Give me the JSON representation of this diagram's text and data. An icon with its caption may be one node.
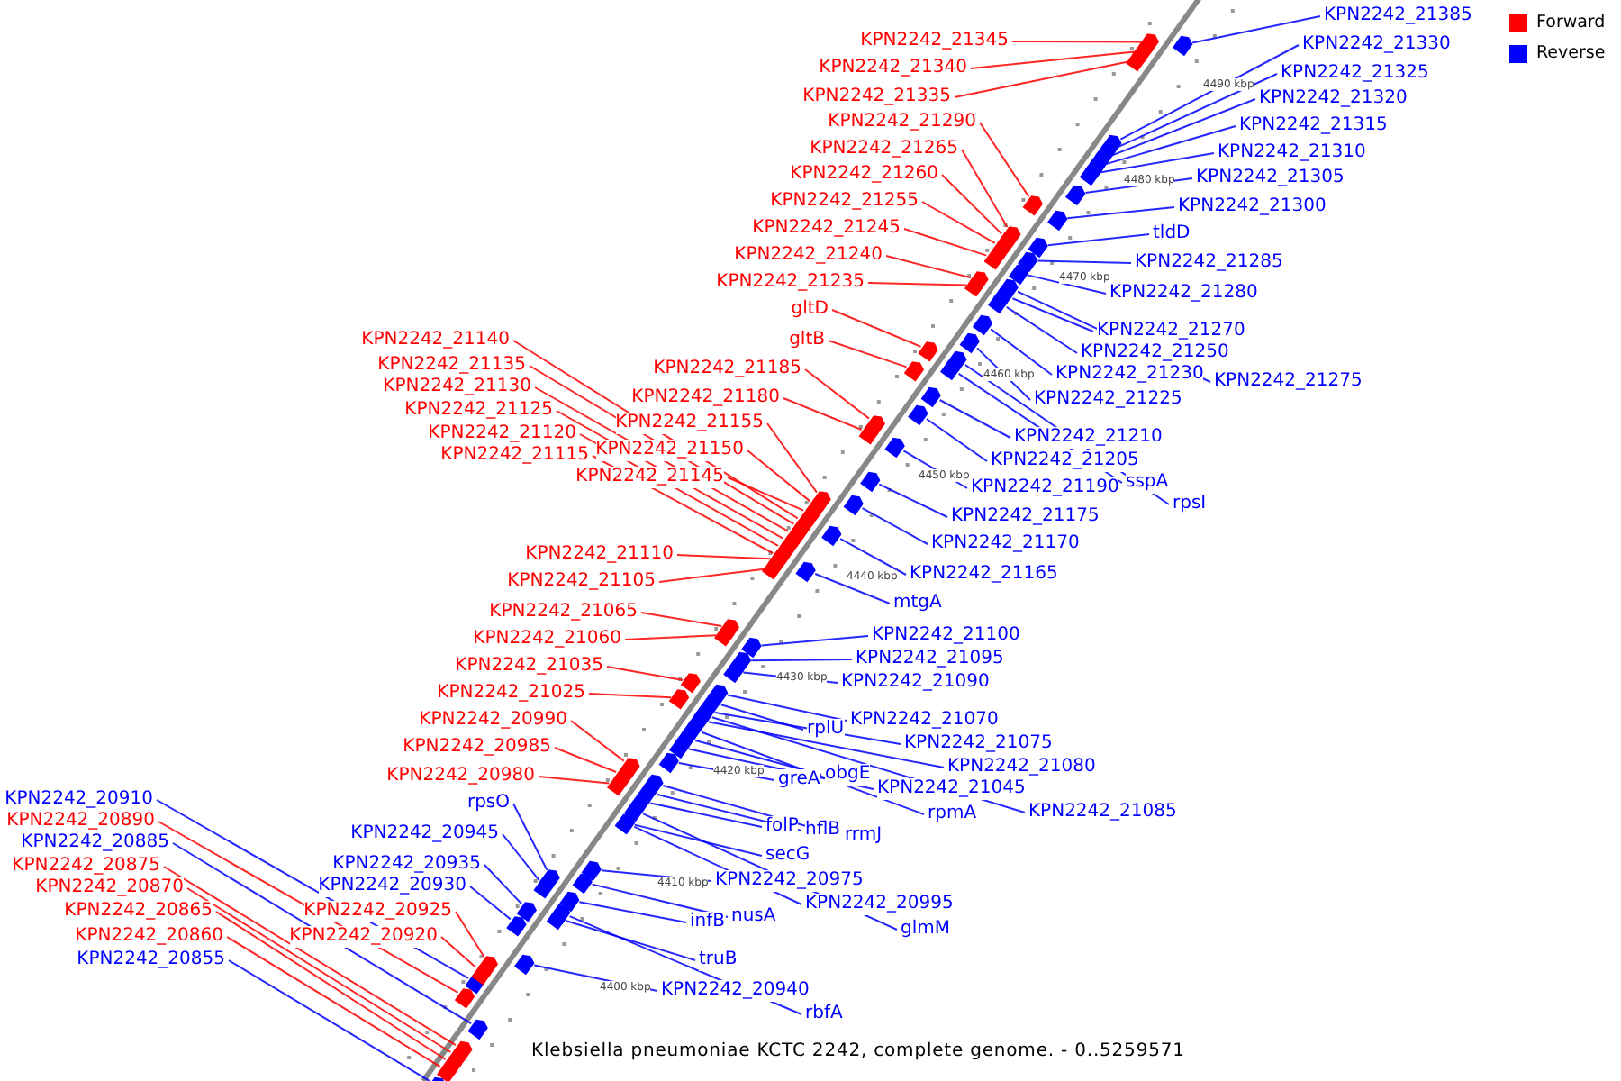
{
  "diagram": {
    "caption": "Klebsiella pneumoniae KCTC 2242, complete genome. - 0..5259571",
    "nodes": [
      {
        "text": [
          "KPN2242_21385"
        ]
      },
      {
        "text": [
          "KPN2242_21345"
        ]
      },
      {
        "text": [
          "KPN2242_21330"
        ]
      },
      {
        "text": [
          "KPN2242_21340"
        ]
      },
      {
        "text": [
          "KPN2242_21325"
        ]
      },
      {
        "text": [
          "KPN2242_21335"
        ]
      },
      {
        "text": [
          "KPN2242_21320"
        ]
      },
      {
        "text": [
          "KPN2242_21290"
        ]
      },
      {
        "text": [
          "KPN2242_21315"
        ]
      },
      {
        "text": [
          "KPN2242_21265"
        ]
      },
      {
        "text": [
          "KPN2242_21310"
        ]
      },
      {
        "text": [
          "KPN2242_21260"
        ]
      },
      {
        "text": [
          "KPN2242_21305"
        ]
      },
      {
        "text": [
          "KPN2242_21255"
        ]
      },
      {
        "text": [
          "KPN2242_21300"
        ]
      },
      {
        "text": [
          "KPN2242_21245"
        ]
      },
      {
        "text": [
          "tldD"
        ]
      },
      {
        "text": [
          "KPN2242_21240"
        ]
      },
      {
        "text": [
          "KPN2242_21285"
        ]
      },
      {
        "text": [
          "KPN2242_21235"
        ]
      },
      {
        "text": [
          "KPN2242_21280"
        ]
      },
      {
        "text": [
          "gltD"
        ]
      },
      {
        "text": [
          "KPN2242_21270"
        ]
      },
      {
        "text": [
          "gltB"
        ]
      },
      {
        "text": [
          "KPN2242_21140"
        ]
      },
      {
        "text": [
          "KPN2242_21250"
        ]
      },
      {
        "text": [
          "KPN2242_21135"
        ]
      },
      {
        "text": [
          "KPN2242_21185"
        ]
      },
      {
        "text": [
          "KPN2242_21230"
        ]
      },
      {
        "text": [
          "KPN2242_21275"
        ]
      },
      {
        "text": [
          "KPN2242_21130"
        ]
      },
      {
        "text": [
          "KPN2242_21180"
        ]
      },
      {
        "text": [
          "KPN2242_21225"
        ]
      },
      {
        "text": [
          "KPN2242_21125"
        ]
      },
      {
        "text": [
          "KPN2242_21155"
        ]
      },
      {
        "text": [
          "KPN2242_21120"
        ]
      },
      {
        "text": [
          "KPN2242_21210"
        ]
      },
      {
        "text": [
          "KPN2242_21150"
        ]
      },
      {
        "text": [
          "KPN2242_21115"
        ]
      },
      {
        "text": [
          "KPN2242_21205"
        ]
      },
      {
        "text": [
          "KPN2242_21145"
        ]
      },
      {
        "text": [
          "sspA"
        ]
      },
      {
        "text": [
          "KPN2242_21190"
        ]
      },
      {
        "text": [
          "rpsI"
        ]
      },
      {
        "text": [
          "KPN2242_21175"
        ]
      },
      {
        "text": [
          "KPN2242_21170"
        ]
      },
      {
        "text": [
          "KPN2242_21110"
        ]
      },
      {
        "text": [
          "KPN2242_21165"
        ]
      },
      {
        "text": [
          "KPN2242_21105"
        ]
      },
      {
        "text": [
          "mtgA"
        ]
      },
      {
        "text": [
          "KPN2242_21065"
        ]
      },
      {
        "text": [
          "KPN2242_21100"
        ]
      },
      {
        "text": [
          "KPN2242_21060"
        ]
      },
      {
        "text": [
          "KPN2242_21095"
        ]
      },
      {
        "text": [
          "KPN2242_21035"
        ]
      },
      {
        "text": [
          "KPN2242_21090"
        ]
      },
      {
        "text": [
          "KPN2242_21025"
        ]
      },
      {
        "text": [
          "KPN2242_21070"
        ]
      },
      {
        "text": [
          "KPN2242_20990"
        ]
      },
      {
        "text": [
          "rplU"
        ]
      },
      {
        "text": [
          "KPN2242_21075"
        ]
      },
      {
        "text": [
          "KPN2242_20985"
        ]
      },
      {
        "text": [
          "KPN2242_21080"
        ]
      },
      {
        "text": [
          "obgE"
        ]
      },
      {
        "text": [
          "KPN2242_20980"
        ]
      },
      {
        "text": [
          "greA"
        ]
      },
      {
        "text": [
          "KPN2242_21045"
        ]
      },
      {
        "text": [
          "KPN2242_20910"
        ]
      },
      {
        "text": [
          "rpsO"
        ]
      },
      {
        "text": [
          "KPN2242_21085"
        ]
      },
      {
        "text": [
          "rpmA"
        ]
      },
      {
        "text": [
          "KPN2242_20890"
        ]
      },
      {
        "text": [
          "folP"
        ]
      },
      {
        "text": [
          "hflB"
        ]
      },
      {
        "text": [
          "KPN2242_20945"
        ]
      },
      {
        "text": [
          "rrmJ"
        ]
      },
      {
        "text": [
          "KPN2242_20885"
        ]
      },
      {
        "text": [
          "secG"
        ]
      },
      {
        "text": [
          "KPN2242_20935"
        ]
      },
      {
        "text": [
          "KPN2242_20875"
        ]
      },
      {
        "text": [
          "KPN2242_20975"
        ]
      },
      {
        "text": [
          "KPN2242_20930"
        ]
      },
      {
        "text": [
          "KPN2242_20870"
        ]
      },
      {
        "text": [
          "KPN2242_20995"
        ]
      },
      {
        "text": [
          "KPN2242_20865"
        ]
      },
      {
        "text": [
          "KPN2242_20925"
        ]
      },
      {
        "text": [
          "nusA"
        ]
      },
      {
        "text": [
          "infB"
        ]
      },
      {
        "text": [
          "glmM"
        ]
      },
      {
        "text": [
          "KPN2242_20860"
        ]
      },
      {
        "text": [
          "KPN2242_20920"
        ]
      },
      {
        "text": [
          "KPN2242_20855"
        ]
      },
      {
        "text": [
          "truB"
        ]
      },
      {
        "text": [
          "KPN2242_20940"
        ]
      },
      {
        "text": [
          "rbfA"
        ]
      },
      {
        "text": [],
        "shape": "box"
      },
      {
        "text": [],
        "shape": "box"
      },
      {
        "text": [],
        "shape": "box"
      },
      {
        "text": [],
        "shape": "box"
      },
      {
        "text": [],
        "shape": "box"
      },
      {
        "text": [],
        "shape": "box"
      },
      {
        "text": [],
        "shape": "box"
      },
      {
        "text": [],
        "shape": "box"
      },
      {
        "text": [],
        "shape": "box"
      },
      {
        "text": [],
        "shape": "box"
      },
      {
        "text": [],
        "shape": "box"
      },
      {
        "text": [],
        "shape": "box"
      },
      {
        "text": [],
        "shape": "box"
      },
      {
        "text": [],
        "shape": "box"
      },
      {
        "text": [],
        "shape": "box"
      },
      {
        "text": [],
        "shape": "box"
      },
      {
        "text": [],
        "shape": "box"
      },
      {
        "text": [],
        "shape": "box"
      },
      {
        "text": [],
        "shape": "box"
      },
      {
        "text": [],
        "shape": "box"
      },
      {
        "text": [],
        "shape": "box"
      },
      {
        "text": [],
        "shape": "box"
      },
      {
        "text": [],
        "shape": "box"
      },
      {
        "text": [],
        "shape": "box"
      },
      {
        "text": [],
        "shape": "box"
      },
      {
        "text": [],
        "shape": "box"
      },
      {
        "text": [],
        "shape": "box"
      },
      {
        "text": [],
        "shape": "box"
      },
      {
        "text": [],
        "shape": "box"
      },
      {
        "text": [],
        "shape": "box"
      },
      {
        "text": [],
        "shape": "box"
      },
      {
        "text": [],
        "shape": "box"
      },
      {
        "text": [],
        "shape": "box"
      },
      {
        "text": [],
        "shape": "box"
      },
      {
        "text": [],
        "shape": "box"
      },
      {
        "text": [],
        "shape": "box"
      },
      {
        "text": [],
        "shape": "box"
      },
      {
        "text": [],
        "shape": "box"
      },
      {
        "text": [],
        "shape": "box"
      },
      {
        "text": [],
        "shape": "box"
      },
      {
        "text": [],
        "shape": "box"
      },
      {
        "text": [],
        "shape": "box"
      },
      {
        "text": [],
        "shape": "box"
      },
      {
        "text": [],
        "shape": "box"
      },
      {
        "text": [],
        "shape": "box"
      },
      {
        "text": [],
        "shape": "box"
      },
      {
        "text": [],
        "shape": "box"
      },
      {
        "text": [],
        "shape": "box"
      },
      {
        "text": [],
        "shape": "box"
      },
      {
        "text": [],
        "shape": "box"
      },
      {
        "text": [],
        "shape": "box"
      },
      {
        "text": [],
        "shape": "box"
      },
      {
        "text": [],
        "shape": "box"
      },
      {
        "text": [],
        "shape": "box"
      },
      {
        "text": [],
        "shape": "box"
      },
      {
        "text": [],
        "shape": "box"
      },
      {
        "text": [],
        "shape": "box"
      },
      {
        "text": [],
        "shape": "box"
      },
      {
        "text": [],
        "shape": "box"
      },
      {
        "text": [],
        "shape": "box"
      },
      {
        "text": [],
        "shape": "box"
      },
      {
        "text": [],
        "shape": "box"
      },
      {
        "text": [],
        "shape": "box"
      },
      {
        "text": [],
        "shape": "box"
      },
      {
        "text": [],
        "shape": "box"
      },
      {
        "text": [],
        "shape": "box"
      },
      {
        "text": [],
        "shape": "box"
      },
      {
        "text": [],
        "shape": "box"
      },
      {
        "text": [],
        "shape": "box"
      },
      {
        "text": [],
        "shape": "box"
      },
      {
        "text": [],
        "shape": "box"
      },
      {
        "text": [],
        "shape": "box"
      },
      {
        "text": [],
        "shape": "box"
      },
      {
        "text": [],
        "shape": "box"
      },
      {
        "text": [],
        "shape": "box"
      },
      {
        "text": [],
        "shape": "box"
      },
      {
        "text": [],
        "shape": "box"
      },
      {
        "text": [],
        "shape": "box"
      },
      {
        "text": [],
        "shape": "box"
      },
      {
        "text": [],
        "shape": "box"
      },
      {
        "text": [],
        "shape": "box"
      },
      {
        "text": [],
        "shape": "box"
      },
      {
        "text": [],
        "shape": "box"
      },
      {
        "text": [],
        "shape": "box"
      },
      {
        "text": [],
        "shape": "box"
      },
      {
        "text": [],
        "shape": "box"
      },
      {
        "text": [],
        "shape": "box"
      },
      {
        "text": [],
        "shape": "box"
      },
      {
        "text": [],
        "shape": "box"
      },
      {
        "text": [],
        "shape": "box"
      },
      {
        "text": [],
        "shape": "box"
      },
      {
        "text": [],
        "shape": "box"
      },
      {
        "text": [],
        "shape": "box"
      },
      {
        "text": [],
        "shape": "box"
      },
      {
        "text": [],
        "shape": "box"
      }
    ],
    "edges": [
      {
        "from": 0,
        "to": 95,
        "arrow": "none",
        "color": "#0000ff"
      },
      {
        "from": 1,
        "to": 96,
        "arrow": "none",
        "color": "#ff0000"
      },
      {
        "from": 2,
        "to": 97,
        "arrow": "none",
        "color": "#0000ff"
      },
      {
        "from": 3,
        "to": 98,
        "arrow": "none",
        "color": "#ff0000"
      },
      {
        "from": 4,
        "to": 99,
        "arrow": "none",
        "color": "#0000ff"
      },
      {
        "from": 5,
        "to": 100,
        "arrow": "none",
        "color": "#ff0000"
      },
      {
        "from": 6,
        "to": 101,
        "arrow": "none",
        "color": "#0000ff"
      },
      {
        "from": 7,
        "to": 102,
        "arrow": "none",
        "color": "#ff0000"
      },
      {
        "from": 8,
        "to": 103,
        "arrow": "none",
        "color": "#0000ff"
      },
      {
        "from": 9,
        "to": 104,
        "arrow": "none",
        "color": "#ff0000"
      },
      {
        "from": 10,
        "to": 105,
        "arrow": "none",
        "color": "#0000ff"
      },
      {
        "from": 11,
        "to": 106,
        "arrow": "none",
        "color": "#ff0000"
      },
      {
        "from": 12,
        "to": 107,
        "arrow": "none",
        "color": "#0000ff"
      },
      {
        "from": 13,
        "to": 108,
        "arrow": "none",
        "color": "#ff0000"
      },
      {
        "from": 14,
        "to": 109,
        "arrow": "none",
        "color": "#0000ff"
      },
      {
        "from": 15,
        "to": 110,
        "arrow": "none",
        "color": "#ff0000"
      },
      {
        "from": 16,
        "to": 111,
        "arrow": "none",
        "color": "#0000ff"
      },
      {
        "from": 17,
        "to": 112,
        "arrow": "none",
        "color": "#ff0000"
      },
      {
        "from": 18,
        "to": 113,
        "arrow": "none",
        "color": "#0000ff"
      },
      {
        "from": 19,
        "to": 114,
        "arrow": "none",
        "color": "#ff0000"
      },
      {
        "from": 20,
        "to": 115,
        "arrow": "none",
        "color": "#0000ff"
      },
      {
        "from": 21,
        "to": 116,
        "arrow": "none",
        "color": "#ff0000"
      },
      {
        "from": 22,
        "to": 117,
        "arrow": "none",
        "color": "#0000ff"
      },
      {
        "from": 23,
        "to": 118,
        "arrow": "none",
        "color": "#ff0000"
      },
      {
        "from": 24,
        "to": 119,
        "arrow": "none",
        "color": "#ff0000"
      },
      {
        "from": 25,
        "to": 120,
        "arrow": "none",
        "color": "#0000ff"
      },
      {
        "from": 26,
        "to": 121,
        "arrow": "none",
        "color": "#ff0000"
      },
      {
        "from": 27,
        "to": 122,
        "arrow": "none",
        "color": "#ff0000"
      },
      {
        "from": 28,
        "to": 123,
        "arrow": "none",
        "color": "#0000ff"
      },
      {
        "from": 29,
        "to": 124,
        "arrow": "none",
        "color": "#0000ff"
      },
      {
        "from": 30,
        "to": 125,
        "arrow": "none",
        "color": "#ff0000"
      },
      {
        "from": 31,
        "to": 126,
        "arrow": "none",
        "color": "#ff0000"
      },
      {
        "from": 32,
        "to": 127,
        "arrow": "none",
        "color": "#0000ff"
      },
      {
        "from": 33,
        "to": 128,
        "arrow": "none",
        "color": "#ff0000"
      },
      {
        "from": 34,
        "to": 129,
        "arrow": "none",
        "color": "#ff0000"
      },
      {
        "from": 35,
        "to": 130,
        "arrow": "none",
        "color": "#ff0000"
      },
      {
        "from": 36,
        "to": 131,
        "arrow": "none",
        "color": "#0000ff"
      },
      {
        "from": 37,
        "to": 132,
        "arrow": "none",
        "color": "#ff0000"
      },
      {
        "from": 38,
        "to": 133,
        "arrow": "none",
        "color": "#ff0000"
      },
      {
        "from": 39,
        "to": 134,
        "arrow": "none",
        "color": "#0000ff"
      },
      {
        "from": 40,
        "to": 135,
        "arrow": "none",
        "color": "#ff0000"
      },
      {
        "from": 41,
        "to": 136,
        "arrow": "none",
        "color": "#0000ff"
      },
      {
        "from": 42,
        "to": 137,
        "arrow": "none",
        "color": "#0000ff"
      },
      {
        "from": 43,
        "to": 138,
        "arrow": "none",
        "color": "#0000ff"
      },
      {
        "from": 44,
        "to": 139,
        "arrow": "none",
        "color": "#0000ff"
      },
      {
        "from": 45,
        "to": 140,
        "arrow": "none",
        "color": "#0000ff"
      },
      {
        "from": 46,
        "to": 141,
        "arrow": "none",
        "color": "#ff0000"
      },
      {
        "from": 47,
        "to": 142,
        "arrow": "none",
        "color": "#0000ff"
      },
      {
        "from": 48,
        "to": 143,
        "arrow": "none",
        "color": "#ff0000"
      },
      {
        "from": 49,
        "to": 144,
        "arrow": "none",
        "color": "#0000ff"
      },
      {
        "from": 50,
        "to": 145,
        "arrow": "none",
        "color": "#ff0000"
      },
      {
        "from": 51,
        "to": 146,
        "arrow": "none",
        "color": "#0000ff"
      },
      {
        "from": 52,
        "to": 147,
        "arrow": "none",
        "color": "#ff0000"
      },
      {
        "from": 53,
        "to": 148,
        "arrow": "none",
        "color": "#0000ff"
      },
      {
        "from": 54,
        "to": 149,
        "arrow": "none",
        "color": "#ff0000"
      },
      {
        "from": 55,
        "to": 150,
        "arrow": "none",
        "color": "#0000ff"
      },
      {
        "from": 56,
        "to": 151,
        "arrow": "none",
        "color": "#ff0000"
      },
      {
        "from": 57,
        "to": 152,
        "arrow": "none",
        "color": "#0000ff"
      },
      {
        "from": 58,
        "to": 153,
        "arrow": "none",
        "color": "#ff0000"
      },
      {
        "from": 59,
        "to": 154,
        "arrow": "none",
        "color": "#0000ff"
      },
      {
        "from": 60,
        "to": 155,
        "arrow": "none",
        "color": "#0000ff"
      },
      {
        "from": 61,
        "to": 156,
        "arrow": "none",
        "color": "#ff0000"
      },
      {
        "from": 62,
        "to": 157,
        "arrow": "none",
        "color": "#0000ff"
      },
      {
        "from": 63,
        "to": 158,
        "arrow": "none",
        "color": "#0000ff"
      },
      {
        "from": 64,
        "to": 159,
        "arrow": "none",
        "color": "#ff0000"
      },
      {
        "from": 65,
        "to": 160,
        "arrow": "none",
        "color": "#0000ff"
      },
      {
        "from": 66,
        "to": 161,
        "arrow": "none",
        "color": "#0000ff"
      },
      {
        "from": 67,
        "to": 162,
        "arrow": "none",
        "color": "#0000ff"
      },
      {
        "from": 68,
        "to": 163,
        "arrow": "none",
        "color": "#0000ff"
      },
      {
        "from": 69,
        "to": 164,
        "arrow": "none",
        "color": "#0000ff"
      },
      {
        "from": 70,
        "to": 165,
        "arrow": "none",
        "color": "#0000ff"
      },
      {
        "from": 71,
        "to": 166,
        "arrow": "none",
        "color": "#ff0000"
      },
      {
        "from": 72,
        "to": 167,
        "arrow": "none",
        "color": "#0000ff"
      },
      {
        "from": 73,
        "to": 168,
        "arrow": "none",
        "color": "#0000ff"
      },
      {
        "from": 74,
        "to": 169,
        "arrow": "none",
        "color": "#0000ff"
      },
      {
        "from": 75,
        "to": 170,
        "arrow": "none",
        "color": "#0000ff"
      },
      {
        "from": 76,
        "to": 171,
        "arrow": "none",
        "color": "#0000ff"
      },
      {
        "from": 77,
        "to": 172,
        "arrow": "none",
        "color": "#0000ff"
      },
      {
        "from": 78,
        "to": 173,
        "arrow": "none",
        "color": "#0000ff"
      },
      {
        "from": 79,
        "to": 174,
        "arrow": "none",
        "color": "#ff0000"
      },
      {
        "from": 80,
        "to": 175,
        "arrow": "none",
        "color": "#0000ff"
      },
      {
        "from": 81,
        "to": 176,
        "arrow": "none",
        "color": "#0000ff"
      },
      {
        "from": 82,
        "to": 177,
        "arrow": "none",
        "color": "#ff0000"
      },
      {
        "from": 83,
        "to": 178,
        "arrow": "none",
        "color": "#0000ff"
      },
      {
        "from": 84,
        "to": 179,
        "arrow": "none",
        "color": "#ff0000"
      },
      {
        "from": 85,
        "to": 180,
        "arrow": "none",
        "color": "#ff0000"
      },
      {
        "from": 86,
        "to": 181,
        "arrow": "none",
        "color": "#0000ff"
      },
      {
        "from": 87,
        "to": 182,
        "arrow": "none",
        "color": "#0000ff"
      },
      {
        "from": 88,
        "to": 183,
        "arrow": "none",
        "color": "#0000ff"
      },
      {
        "from": 89,
        "to": 184,
        "arrow": "none",
        "color": "#ff0000"
      },
      {
        "from": 90,
        "to": 185,
        "arrow": "none",
        "color": "#ff0000"
      },
      {
        "from": 91,
        "to": 186,
        "arrow": "none",
        "color": "#0000ff"
      },
      {
        "from": 92,
        "to": 187,
        "arrow": "none",
        "color": "#0000ff"
      },
      {
        "from": 93,
        "to": 188,
        "arrow": "none",
        "color": "#0000ff"
      },
      {
        "from": 94,
        "to": 189,
        "arrow": "none",
        "color": "#0000ff"
      }
    ],
    "labels": [
      "4490 kbp",
      "4480 kbp",
      "4470 kbp",
      "4460 kbp",
      "4450 kbp",
      "4440 kbp",
      "4430 kbp",
      "4420 kbp",
      "4410 kbp",
      "4400 kbp"
    ],
    "legend": [
      {
        "text": "Forward",
        "color": "#ff0000"
      },
      {
        "text": "Reverse",
        "color": "#0000ff"
      }
    ]
  }
}
